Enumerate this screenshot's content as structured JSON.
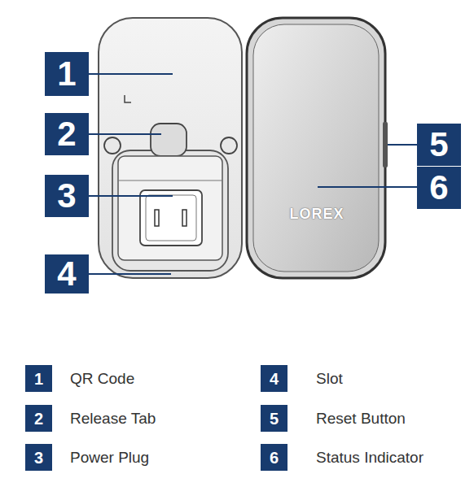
{
  "diagram": {
    "nodes": [
      {
        "text": [
          "1"
        ]
      },
      {
        "text": [
          "2"
        ]
      },
      {
        "text": [
          "3"
        ]
      },
      {
        "text": [
          "4"
        ]
      },
      {
        "text": [
          "5"
        ]
      },
      {
        "text": [
          "6"
        ]
      },
      {
        "text": [
          "1"
        ]
      },
      {
        "text": [
          "4"
        ]
      },
      {
        "text": [
          "2"
        ]
      },
      {
        "text": [
          "5"
        ]
      },
      {
        "text": [
          "3"
        ]
      },
      {
        "text": [
          "6"
        ]
      }
    ],
    "labels": [
      "LOREX",
      "QR Code",
      "Slot",
      "Release Tab",
      "Reset Button",
      "Power Plug",
      "Status Indicator"
    ]
  }
}
